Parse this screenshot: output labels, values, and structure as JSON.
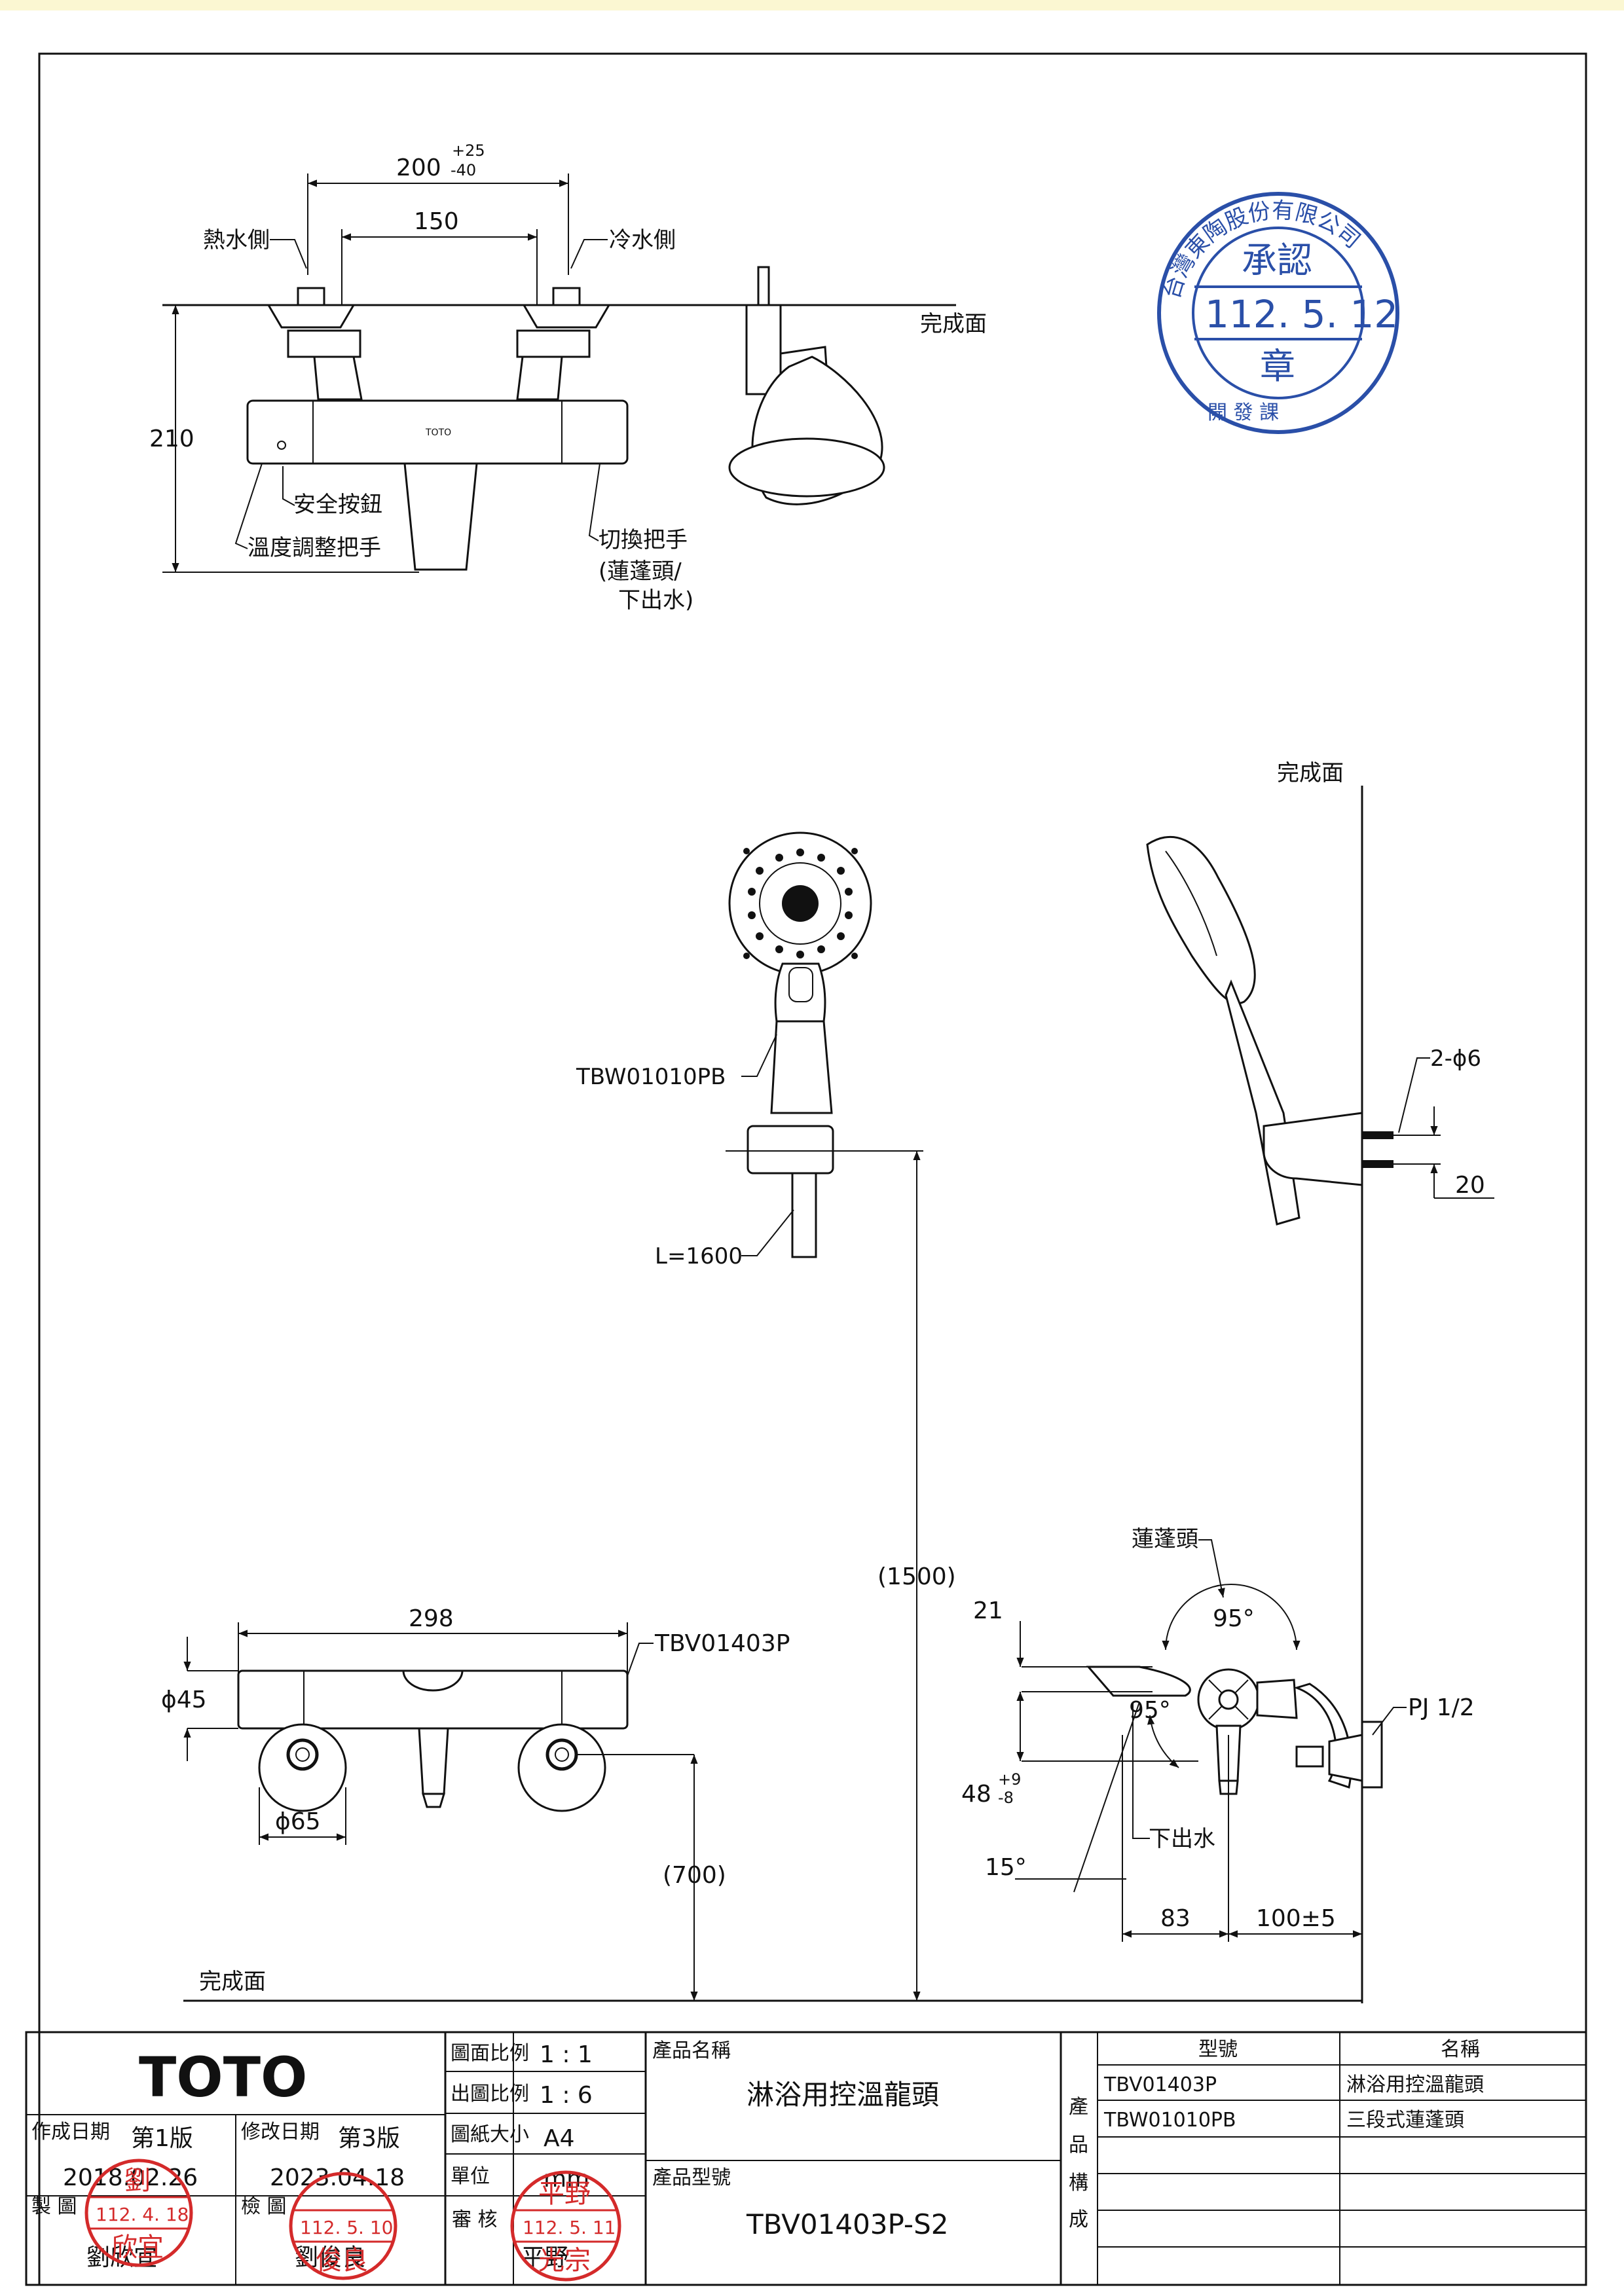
{
  "top_view": {
    "dim_total": "200",
    "dim_total_tol_plus": "+25",
    "dim_total_tol_minus": "-40",
    "dim_inner": "150",
    "hot_side": "熱水側",
    "cold_side": "冷水側",
    "finish_surface": "完成面",
    "height": "210",
    "safety_button": "安全按鈕",
    "temp_handle": "溫度調整把手",
    "switch_handle_1": "切換把手",
    "switch_handle_2": "(蓮蓬頭/",
    "switch_handle_3": "下出水)"
  },
  "shower_view": {
    "finish_surface": "完成面",
    "showerhead_model": "TBW01010PB",
    "hose_length": "L=1600",
    "screw_spec": "2-ϕ6",
    "bracket_dim": "20",
    "height_1500": "(1500)"
  },
  "front_view": {
    "width": "298",
    "model": "TBV01403P",
    "diameter_45": "ϕ45",
    "diameter_65": "ϕ65",
    "height_700": "(700)",
    "finish_surface": "完成面"
  },
  "side_view": {
    "showerhead_label": "蓮蓬頭",
    "angle_top": "95°",
    "angle_mid": "95°",
    "dim_21": "21",
    "dim_48": "48",
    "dim_48_tol_plus": "+9",
    "dim_48_tol_minus": "-8",
    "angle_15": "15°",
    "spout_label": "下出水",
    "dim_83": "83",
    "dim_100": "100±5",
    "pipe_spec": "PJ 1/2"
  },
  "stamp_approval": {
    "company": "台灣東陶股份有限公司",
    "approved": "承認",
    "date": "112. 5. 12",
    "seal": "章",
    "dept": "開  發  課"
  },
  "title_block": {
    "brand": "TOTO",
    "drawing_scale_label": "圖面比例",
    "drawing_scale": "1 : 1",
    "output_scale_label": "出圖比例",
    "output_scale": "1 : 6",
    "paper_size_label": "圖紙大小",
    "paper_size": "A4",
    "unit_label": "單位",
    "unit": "mm",
    "product_name_label": "產品名稱",
    "product_name": "淋浴用控溫龍頭",
    "product_model_label": "產品型號",
    "product_model": "TBV01403P-S2",
    "created_label": "作成日期",
    "edition_1": "第1版",
    "created_date": "2018.02.26",
    "revised_label": "修改日期",
    "edition_3": "第3版",
    "revised_date": "2023.04.18",
    "made_label": "製  圖",
    "made_by": "劉欣宜",
    "check_label": "檢  圖",
    "check_by": "劉俊良",
    "review_label": "審  核",
    "review_by": "平野",
    "composition_label_1": "產",
    "composition_label_2": "品",
    "composition_label_3": "構",
    "composition_label_4": "成",
    "col_model": "型號",
    "col_name": "名稱",
    "parts": [
      {
        "model": "TBV01403P",
        "name": "淋浴用控溫龍頭"
      },
      {
        "model": "TBW01010PB",
        "name": "三段式蓮蓬頭"
      }
    ],
    "stamps": {
      "made_stamp_top": "劉",
      "made_stamp_date": "112. 4. 18",
      "made_stamp_bottom": "欣宜",
      "check_stamp_date": "112. 5. 10",
      "check_stamp_bottom": "俊良",
      "review_stamp_top": "平野",
      "review_stamp_date": "112. 5. 11",
      "review_stamp_bottom": "光宗"
    }
  }
}
